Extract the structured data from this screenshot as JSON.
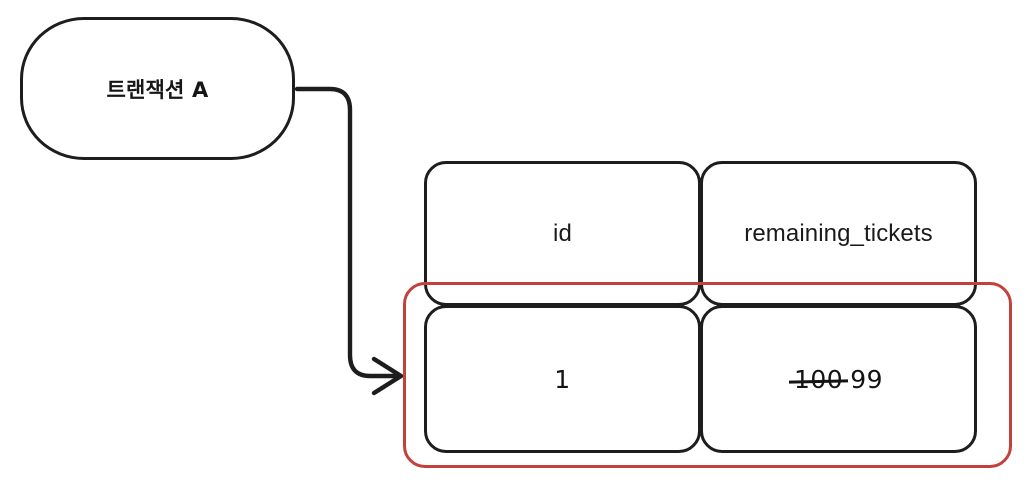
{
  "diagram": {
    "title_node": {
      "label": "트랜잭션 A",
      "shape": "rounded-bubble"
    },
    "connector": {
      "name": "transaction-to-row-arrow",
      "style": "elbow-arrow",
      "head": "chevron-right"
    },
    "table": {
      "columns": [
        {
          "key": "id",
          "header": "id"
        },
        {
          "key": "remaining_tickets",
          "header": "remaining_tickets"
        }
      ],
      "rows": [
        {
          "id": "1",
          "remaining_tickets": {
            "old_value": "100",
            "new_value": "99",
            "struck_through": true
          }
        }
      ]
    },
    "highlight": {
      "name": "modified-row-highlight",
      "color": "#c2423b",
      "target": "data-row-1"
    }
  },
  "colors": {
    "stroke": "#1d1d1d",
    "highlight_red": "#c2423b",
    "background": "#ffffff",
    "text": "#141414"
  }
}
